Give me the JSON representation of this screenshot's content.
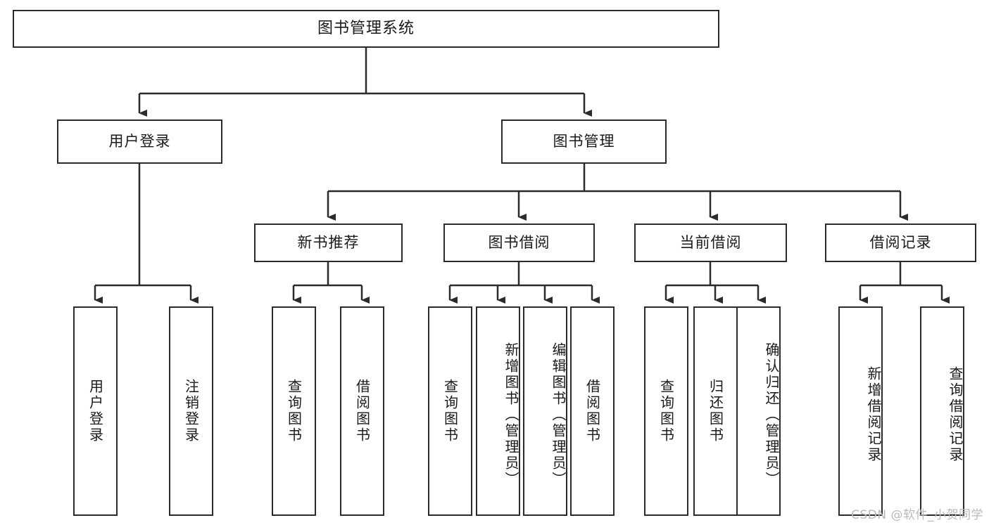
{
  "diagram": {
    "title": "图书管理系统",
    "type": "tree-hierarchy",
    "watermark": "CSDN @软件_小贺同学",
    "colors": {
      "box_border": "#2b2b2b",
      "box_fill": "#ffffff",
      "edge": "#2b2b2b",
      "text": "#1a1a1a",
      "watermark": "#b9b9b9"
    },
    "root": {
      "label": "图书管理系统"
    },
    "level2": [
      {
        "label": "用户登录"
      },
      {
        "label": "图书管理"
      }
    ],
    "level3": [
      {
        "label": "新书推荐"
      },
      {
        "label": "图书借阅"
      },
      {
        "label": "当前借阅"
      },
      {
        "label": "借阅记录"
      }
    ],
    "leaves": {
      "user_login": [
        {
          "label": "用户登录"
        },
        {
          "label": "注销登录"
        }
      ],
      "new_book": [
        {
          "label": "查询图书"
        },
        {
          "label": "借阅图书"
        }
      ],
      "borrow": [
        {
          "label": "查询图书"
        },
        {
          "label": "新增图书（管理员）"
        },
        {
          "label": "编辑图书（管理员）"
        },
        {
          "label": "借阅图书"
        }
      ],
      "current": [
        {
          "label": "查询图书"
        },
        {
          "label": "归还图书"
        },
        {
          "label": "确认归还（管理员）"
        }
      ],
      "records": [
        {
          "label": "新增借阅记录"
        },
        {
          "label": "查询借阅记录"
        }
      ]
    }
  }
}
